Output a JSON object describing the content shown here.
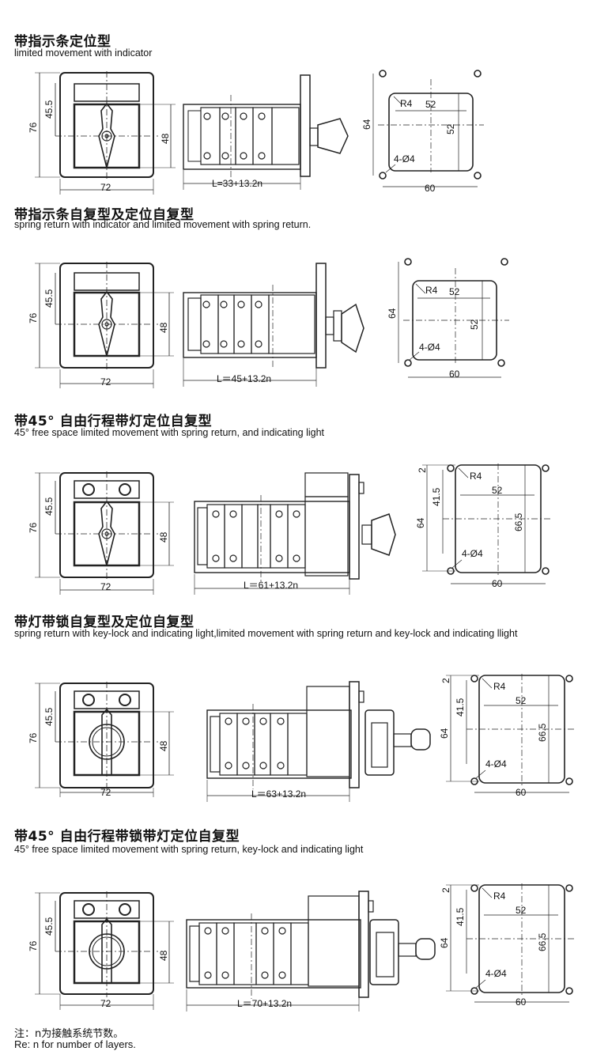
{
  "sections": [
    {
      "title": "带指示条定位型",
      "subtitle": "limited movement with indicator",
      "front": {
        "height": "76",
        "inner": "45.5",
        "window": "48",
        "width": "72"
      },
      "side": {
        "length": "L=33+13.2n"
      },
      "cutout": {
        "radius": "R4",
        "top": "52",
        "right": "52",
        "left": "64",
        "holes": "4-Ø4",
        "bottom": "60"
      }
    },
    {
      "title": "带指示条自复型及定位自复型",
      "subtitle": "spring return with indicator and limited movement with spring return.",
      "front": {
        "height": "76",
        "inner": "45.5",
        "window": "48",
        "width": "72"
      },
      "side": {
        "length": "L＝45+13.2n"
      },
      "cutout": {
        "radius": "R4",
        "top": "52",
        "right": "52",
        "left": "64",
        "holes": "4-Ø4",
        "bottom": "60"
      }
    },
    {
      "title": "带45° 自由行程带灯定位自复型",
      "subtitle": "45° free space limited movement with spring return, and indicating light",
      "front": {
        "height": "76",
        "inner": "45.5",
        "window": "48",
        "width": "72"
      },
      "side": {
        "length": "L＝61+13.2n"
      },
      "cutout": {
        "radius": "R4",
        "top": "52",
        "right": "66.5",
        "left": "64",
        "offset": "2",
        "mid": "41.5",
        "holes": "4-Ø4",
        "bottom": "60"
      }
    },
    {
      "title": "带灯带锁自复型及定位自复型",
      "subtitle": "spring return with key-lock and indicating light,limited movement with spring return and key-lock and indicating llight",
      "front": {
        "height": "76",
        "inner": "45.5",
        "window": "48",
        "width": "72"
      },
      "side": {
        "length": "L＝63+13.2n"
      },
      "cutout": {
        "radius": "R4",
        "top": "52",
        "right": "66.5",
        "left": "64",
        "offset": "2",
        "mid": "41.5",
        "holes": "4-Ø4",
        "bottom": "60"
      }
    },
    {
      "title": "带45° 自由行程带锁带灯定位自复型",
      "subtitle": "45° free space limited movement with spring return, key-lock and indicating light",
      "front": {
        "height": "76",
        "inner": "45.5",
        "window": "48",
        "width": "72"
      },
      "side": {
        "length": "L＝70+13.2n"
      },
      "cutout": {
        "radius": "R4",
        "top": "52",
        "right": "66.5",
        "left": "64",
        "offset": "2",
        "mid": "41.5",
        "holes": "4-Ø4",
        "bottom": "60"
      }
    }
  ],
  "notes": {
    "cn": "注：n为接触系统节数。",
    "en": "Re: n for number of layers."
  }
}
